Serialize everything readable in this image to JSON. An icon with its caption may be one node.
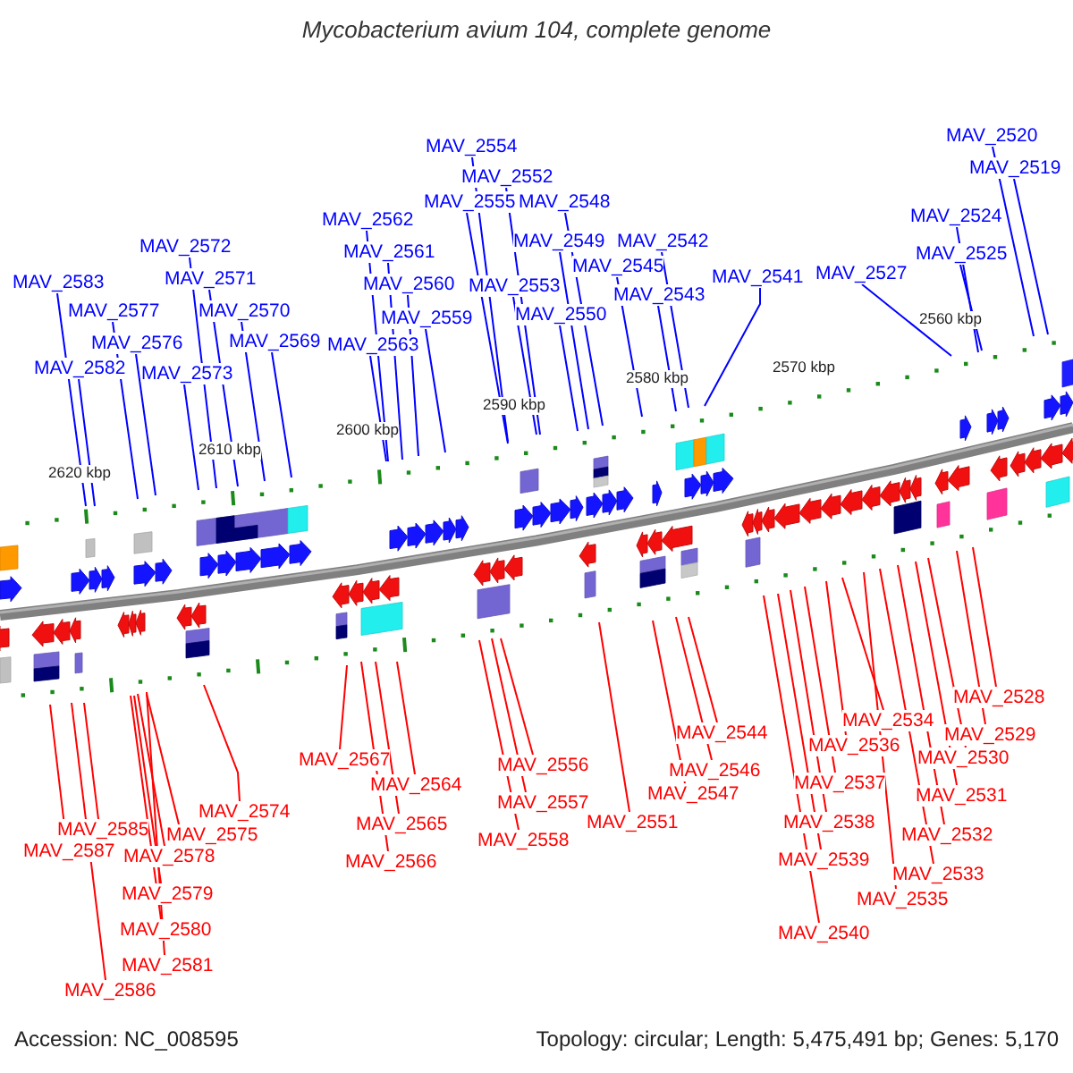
{
  "diagram": {
    "title": "Mycobacterium avium 104, complete genome",
    "nodes": [
      {
        "text": [
          "MAV_2554"
        ]
      },
      {
        "text": [
          "MAV_2552"
        ]
      },
      {
        "text": [
          "MAV_2555"
        ]
      },
      {
        "text": [
          "MAV_2548"
        ]
      },
      {
        "text": [
          "MAV_2562"
        ]
      },
      {
        "text": [
          "MAV_2524"
        ]
      },
      {
        "text": [
          "MAV_2520"
        ]
      },
      {
        "text": [
          "MAV_2519"
        ]
      },
      {
        "text": [
          "MAV_2549"
        ]
      },
      {
        "text": [
          "MAV_2572"
        ]
      },
      {
        "text": [
          "MAV_2542"
        ]
      },
      {
        "text": [
          "MAV_2561"
        ]
      },
      {
        "text": [
          "MAV_2525"
        ]
      },
      {
        "text": [
          "MAV_2545"
        ]
      },
      {
        "text": [
          "MAV_2527"
        ]
      },
      {
        "text": [
          "MAV_2541"
        ]
      },
      {
        "text": [
          "MAV_2571"
        ]
      },
      {
        "text": [
          "MAV_2583"
        ]
      },
      {
        "text": [
          "MAV_2560"
        ]
      },
      {
        "text": [
          "MAV_2553"
        ]
      },
      {
        "text": [
          "MAV_2543"
        ]
      },
      {
        "text": [
          "MAV_2577"
        ]
      },
      {
        "text": [
          "MAV_2570"
        ]
      },
      {
        "text": [
          "MAV_2550"
        ]
      },
      {
        "text": [
          "MAV_2559"
        ]
      },
      {
        "text": [
          "MAV_2569"
        ]
      },
      {
        "text": [
          "MAV_2576"
        ]
      },
      {
        "text": [
          "MAV_2563"
        ]
      },
      {
        "text": [
          "MAV_2582"
        ]
      },
      {
        "text": [
          "MAV_2573"
        ]
      },
      {
        "text": [
          "MAV_2528"
        ]
      },
      {
        "text": [
          "MAV_2534"
        ]
      },
      {
        "text": [
          "MAV_2544"
        ]
      },
      {
        "text": [
          "MAV_2529"
        ]
      },
      {
        "text": [
          "MAV_2536"
        ]
      },
      {
        "text": [
          "MAV_2530"
        ]
      },
      {
        "text": [
          "MAV_2567"
        ]
      },
      {
        "text": [
          "MAV_2556"
        ]
      },
      {
        "text": [
          "MAV_2546"
        ]
      },
      {
        "text": [
          "MAV_2537"
        ]
      },
      {
        "text": [
          "MAV_2564"
        ]
      },
      {
        "text": [
          "MAV_2547"
        ]
      },
      {
        "text": [
          "MAV_2531"
        ]
      },
      {
        "text": [
          "MAV_2557"
        ]
      },
      {
        "text": [
          "MAV_2574"
        ]
      },
      {
        "text": [
          "MAV_2551"
        ]
      },
      {
        "text": [
          "MAV_2538"
        ]
      },
      {
        "text": [
          "MAV_2565"
        ]
      },
      {
        "text": [
          "MAV_2585"
        ]
      },
      {
        "text": [
          "MAV_2575"
        ]
      },
      {
        "text": [
          "MAV_2532"
        ]
      },
      {
        "text": [
          "MAV_2558"
        ]
      },
      {
        "text": [
          "MAV_2587"
        ]
      },
      {
        "text": [
          "MAV_2578"
        ]
      },
      {
        "text": [
          "MAV_2539"
        ]
      },
      {
        "text": [
          "MAV_2566"
        ]
      },
      {
        "text": [
          "MAV_2533"
        ]
      },
      {
        "text": [
          "MAV_2579"
        ]
      },
      {
        "text": [
          "MAV_2535"
        ]
      },
      {
        "text": [
          "MAV_2580"
        ]
      },
      {
        "text": [
          "MAV_2540"
        ]
      },
      {
        "text": [
          "MAV_2581"
        ]
      },
      {
        "text": [
          "MAV_2586"
        ]
      }
    ],
    "edges": [
      {
        "from": 0,
        "to": null,
        "arrow": "none",
        "color": "#0000ff"
      },
      {
        "from": 1,
        "to": null,
        "arrow": "none",
        "color": "#0000ff"
      },
      {
        "from": 2,
        "to": null,
        "arrow": "none",
        "color": "#0000ff"
      },
      {
        "from": 3,
        "to": null,
        "arrow": "none",
        "color": "#0000ff"
      },
      {
        "from": 4,
        "to": null,
        "arrow": "none",
        "color": "#0000ff"
      },
      {
        "from": 5,
        "to": null,
        "arrow": "none",
        "color": "#0000ff"
      },
      {
        "from": 6,
        "to": null,
        "arrow": "none",
        "color": "#0000ff"
      },
      {
        "from": 7,
        "to": null,
        "arrow": "none",
        "color": "#0000ff"
      },
      {
        "from": 8,
        "to": null,
        "arrow": "none",
        "color": "#0000ff"
      },
      {
        "from": 9,
        "to": null,
        "arrow": "none",
        "color": "#0000ff"
      },
      {
        "from": 10,
        "to": null,
        "arrow": "none",
        "color": "#0000ff"
      },
      {
        "from": 11,
        "to": null,
        "arrow": "none",
        "color": "#0000ff"
      },
      {
        "from": 12,
        "to": null,
        "arrow": "none",
        "color": "#0000ff"
      },
      {
        "from": 13,
        "to": null,
        "arrow": "none",
        "color": "#0000ff"
      },
      {
        "from": 14,
        "to": null,
        "arrow": "none",
        "color": "#0000ff"
      },
      {
        "from": 15,
        "to": null,
        "arrow": "none",
        "color": "#0000ff"
      },
      {
        "from": 16,
        "to": null,
        "arrow": "none",
        "color": "#0000ff"
      },
      {
        "from": 17,
        "to": null,
        "arrow": "none",
        "color": "#0000ff"
      },
      {
        "from": 18,
        "to": null,
        "arrow": "none",
        "color": "#0000ff"
      },
      {
        "from": 19,
        "to": null,
        "arrow": "none",
        "color": "#0000ff"
      },
      {
        "from": 20,
        "to": null,
        "arrow": "none",
        "color": "#0000ff"
      },
      {
        "from": 21,
        "to": null,
        "arrow": "none",
        "color": "#0000ff"
      },
      {
        "from": 22,
        "to": null,
        "arrow": "none",
        "color": "#0000ff"
      },
      {
        "from": 23,
        "to": null,
        "arrow": "none",
        "color": "#0000ff"
      },
      {
        "from": 24,
        "to": null,
        "arrow": "none",
        "color": "#0000ff"
      },
      {
        "from": 25,
        "to": null,
        "arrow": "none",
        "color": "#0000ff"
      },
      {
        "from": 26,
        "to": null,
        "arrow": "none",
        "color": "#0000ff"
      },
      {
        "from": 27,
        "to": null,
        "arrow": "none",
        "color": "#0000ff"
      },
      {
        "from": 28,
        "to": null,
        "arrow": "none",
        "color": "#0000ff"
      },
      {
        "from": 29,
        "to": null,
        "arrow": "none",
        "color": "#0000ff"
      },
      {
        "from": 30,
        "to": null,
        "arrow": "none",
        "color": "#ff0000"
      },
      {
        "from": 31,
        "to": null,
        "arrow": "none",
        "color": "#ff0000"
      },
      {
        "from": 32,
        "to": null,
        "arrow": "none",
        "color": "#ff0000"
      },
      {
        "from": 33,
        "to": null,
        "arrow": "none",
        "color": "#ff0000"
      },
      {
        "from": 34,
        "to": null,
        "arrow": "none",
        "color": "#ff0000"
      },
      {
        "from": 35,
        "to": null,
        "arrow": "none",
        "color": "#ff0000"
      },
      {
        "from": 36,
        "to": null,
        "arrow": "none",
        "color": "#ff0000"
      },
      {
        "from": 37,
        "to": null,
        "arrow": "none",
        "color": "#ff0000"
      },
      {
        "from": 38,
        "to": null,
        "arrow": "none",
        "color": "#ff0000"
      },
      {
        "from": 39,
        "to": null,
        "arrow": "none",
        "color": "#ff0000"
      },
      {
        "from": 40,
        "to": null,
        "arrow": "none",
        "color": "#ff0000"
      },
      {
        "from": 41,
        "to": null,
        "arrow": "none",
        "color": "#ff0000"
      },
      {
        "from": 42,
        "to": null,
        "arrow": "none",
        "color": "#ff0000"
      },
      {
        "from": 43,
        "to": null,
        "arrow": "none",
        "color": "#ff0000"
      },
      {
        "from": 44,
        "to": null,
        "arrow": "none",
        "color": "#ff0000"
      },
      {
        "from": 45,
        "to": null,
        "arrow": "none",
        "color": "#ff0000"
      },
      {
        "from": 46,
        "to": null,
        "arrow": "none",
        "color": "#ff0000"
      },
      {
        "from": 47,
        "to": null,
        "arrow": "none",
        "color": "#ff0000"
      },
      {
        "from": 48,
        "to": null,
        "arrow": "none",
        "color": "#ff0000"
      },
      {
        "from": 49,
        "to": null,
        "arrow": "none",
        "color": "#ff0000"
      },
      {
        "from": 50,
        "to": null,
        "arrow": "none",
        "color": "#ff0000"
      },
      {
        "from": 51,
        "to": null,
        "arrow": "none",
        "color": "#ff0000"
      },
      {
        "from": 52,
        "to": null,
        "arrow": "none",
        "color": "#ff0000"
      },
      {
        "from": 53,
        "to": null,
        "arrow": "none",
        "color": "#ff0000"
      },
      {
        "from": 54,
        "to": null,
        "arrow": "none",
        "color": "#ff0000"
      },
      {
        "from": 55,
        "to": null,
        "arrow": "none",
        "color": "#ff0000"
      },
      {
        "from": 56,
        "to": null,
        "arrow": "none",
        "color": "#ff0000"
      },
      {
        "from": 57,
        "to": null,
        "arrow": "none",
        "color": "#ff0000"
      },
      {
        "from": 58,
        "to": null,
        "arrow": "none",
        "color": "#ff0000"
      },
      {
        "from": 59,
        "to": null,
        "arrow": "none",
        "color": "#ff0000"
      },
      {
        "from": 60,
        "to": null,
        "arrow": "none",
        "color": "#ff0000"
      },
      {
        "from": 61,
        "to": null,
        "arrow": "none",
        "color": "#ff0000"
      },
      {
        "from": 62,
        "to": null,
        "arrow": "none",
        "color": "#ff0000"
      }
    ],
    "labels": [
      "2560 kbp",
      "2570 kbp",
      "2580 kbp",
      "2590 kbp",
      "2600 kbp",
      "2610 kbp",
      "2620 kbp",
      "Accession: NC_008595",
      "Topology: circular; Length: 5,475,491 bp; Genes: 5,170"
    ]
  }
}
